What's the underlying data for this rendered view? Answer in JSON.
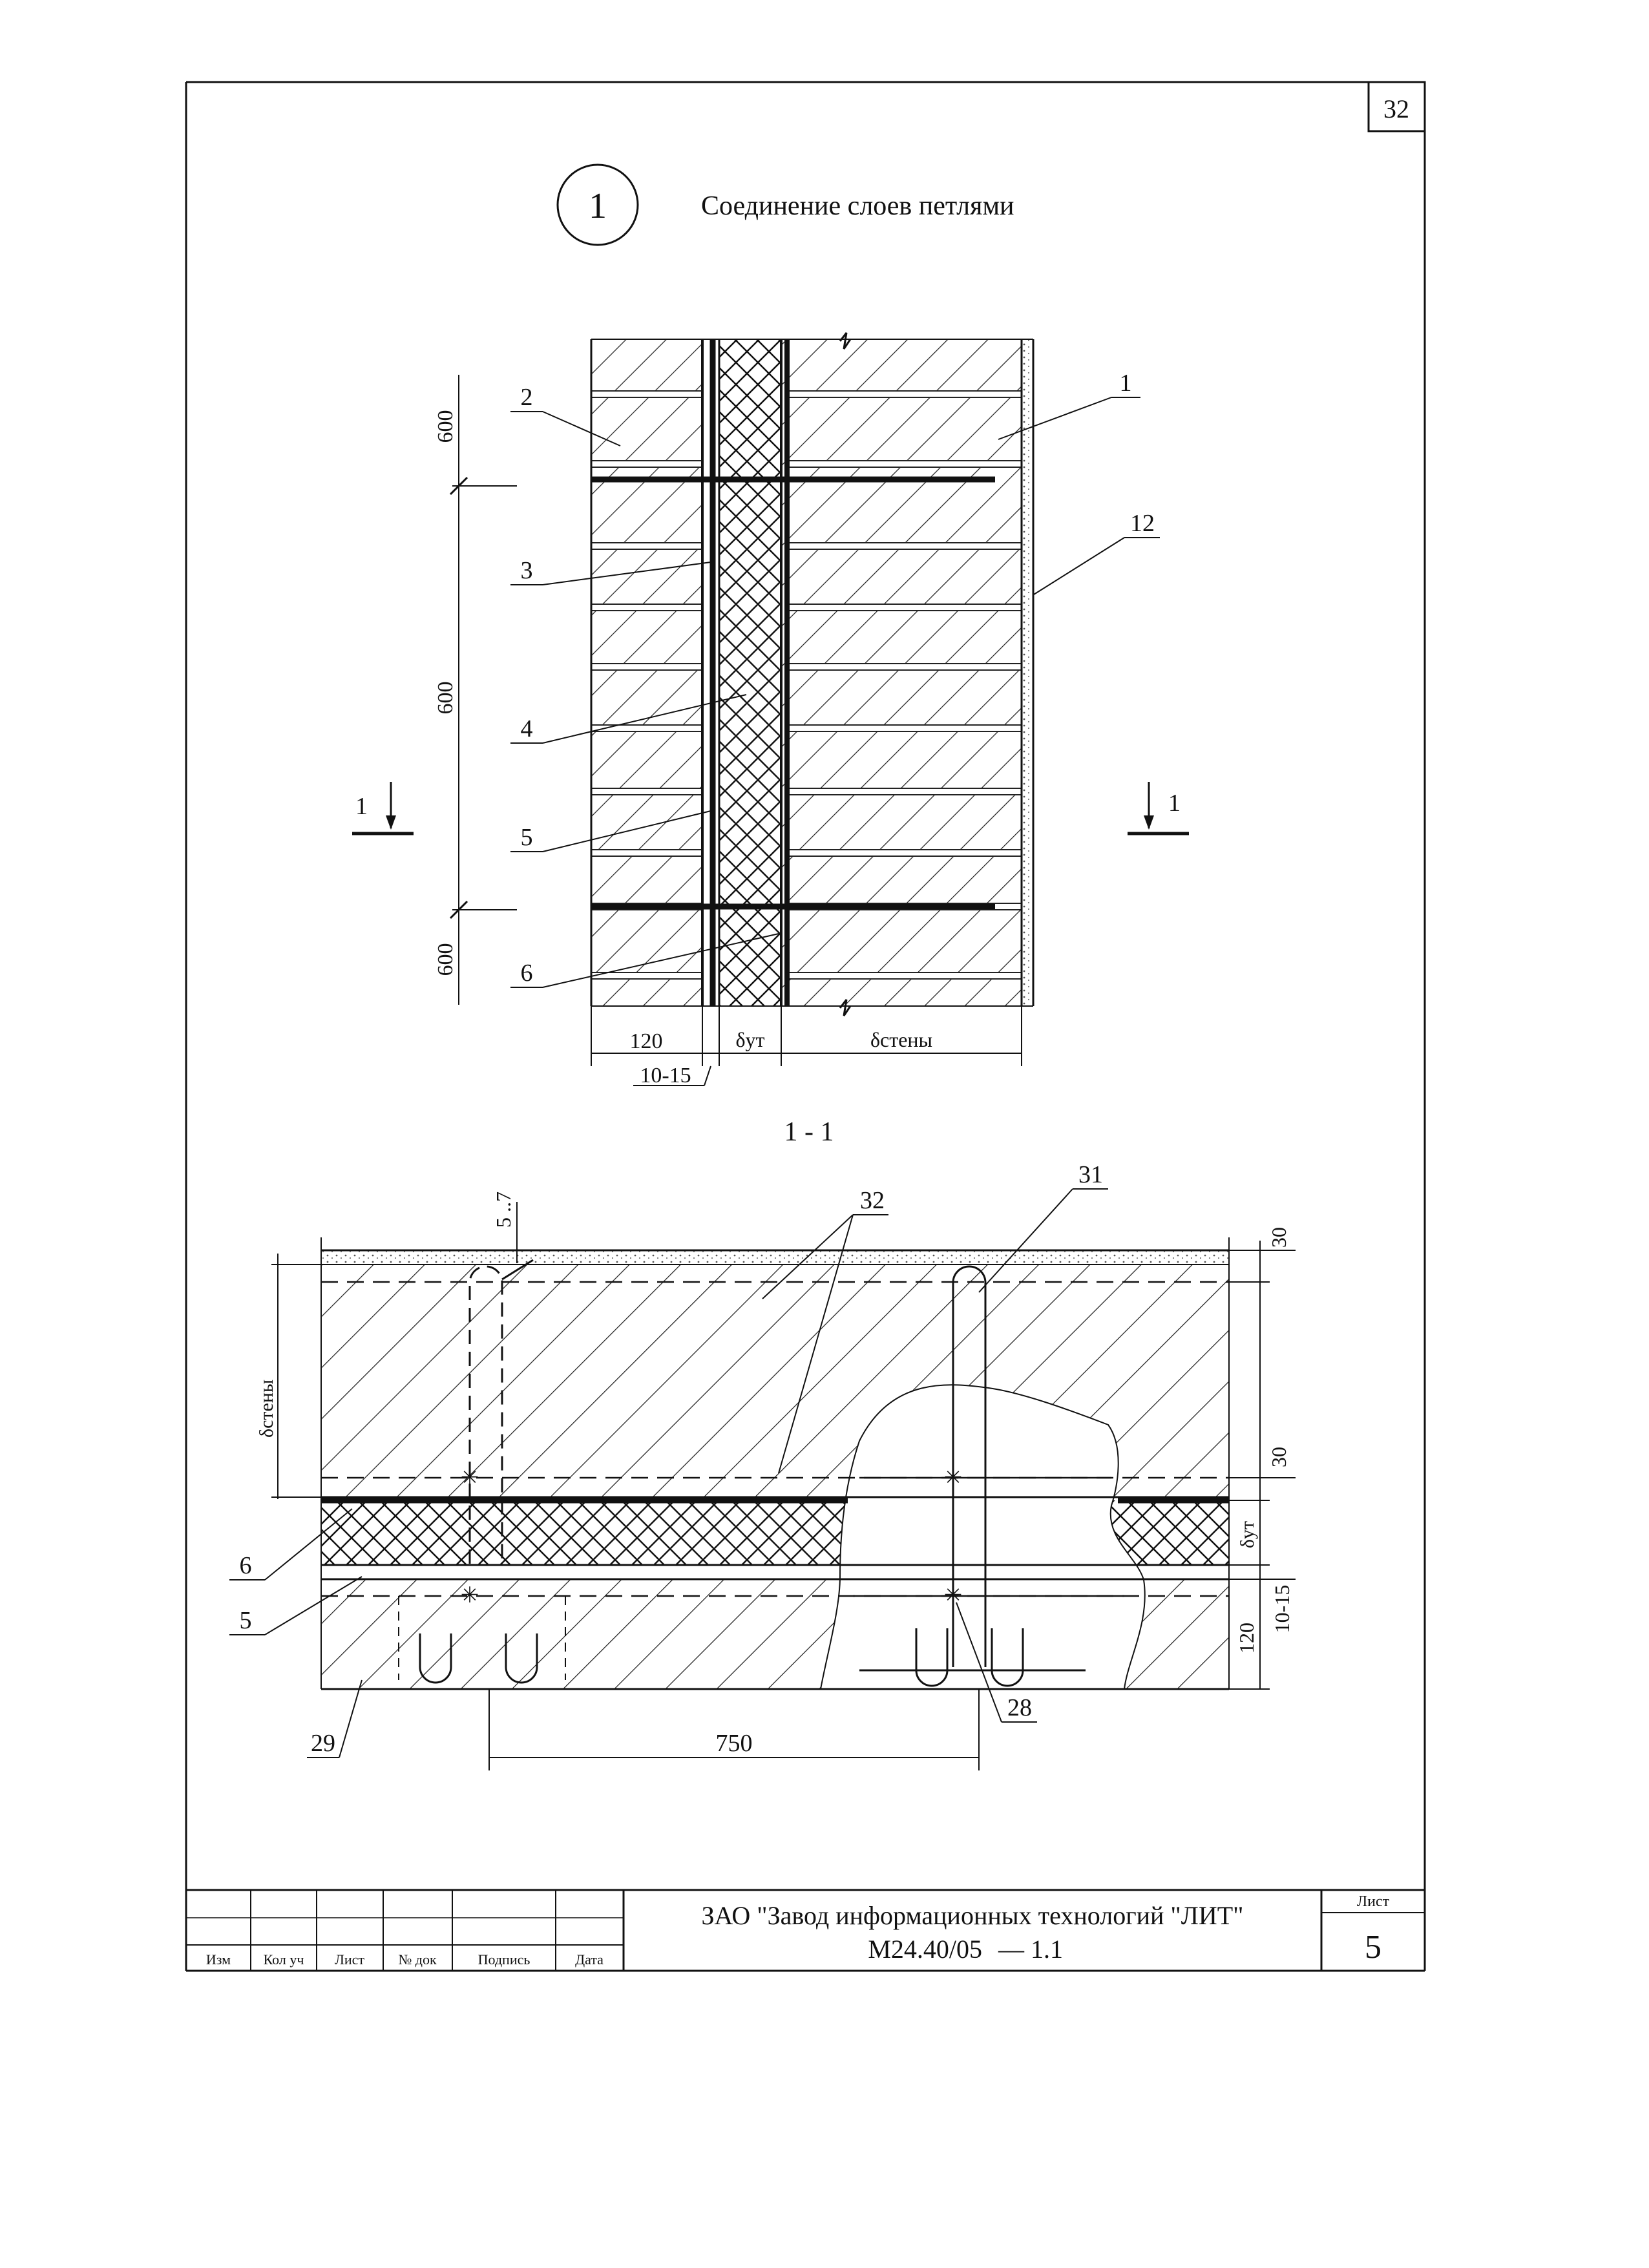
{
  "sheet_top_number": "32",
  "detail": {
    "number": "1",
    "title": "Соединение слоев петлями"
  },
  "elevation": {
    "dims_vertical": [
      "600",
      "600",
      "600"
    ],
    "dims_horizontal": [
      "120",
      "δут",
      "δстены"
    ],
    "gap_dim": "10-15",
    "callouts": [
      "2",
      "3",
      "4",
      "5",
      "6",
      "1",
      "12"
    ],
    "section_mark": "1"
  },
  "section": {
    "title": "1 - 1",
    "dims": {
      "loop_offset": "5 ..7",
      "cover_top": "30",
      "cover_mid": "30",
      "insulation": "δут",
      "gap": "10-15",
      "inner": "120",
      "wall": "δстены",
      "span": "750"
    },
    "callouts": [
      "32",
      "31",
      "6",
      "5",
      "29",
      "28"
    ]
  },
  "title_block": {
    "col_headers": [
      "Изм",
      "Кол уч",
      "Лист",
      "№ док",
      "Подпись",
      "Дата"
    ],
    "company": "ЗАО \"Завод информационных технологий \"ЛИТ\"",
    "doc_code": "М24.40/05",
    "doc_suffix": "— 1.1",
    "sheet_label": "Лист",
    "sheet_no": "5"
  }
}
